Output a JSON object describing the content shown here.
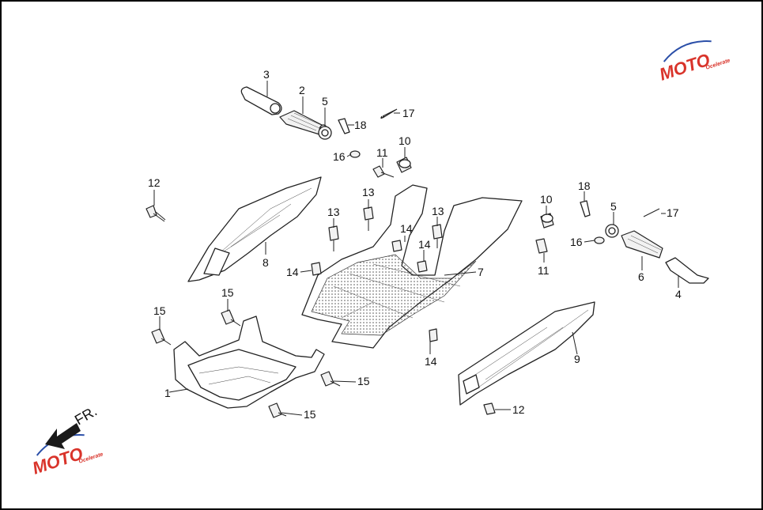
{
  "diagram": {
    "direction_label": "FR.",
    "watermark_text": "MOTO",
    "watermark_sub": "Ocelerate",
    "callouts": [
      {
        "id": "c1",
        "text": "1"
      },
      {
        "id": "c2",
        "text": "2"
      },
      {
        "id": "c3",
        "text": "3"
      },
      {
        "id": "c4",
        "text": "4"
      },
      {
        "id": "c5a",
        "text": "5"
      },
      {
        "id": "c5b",
        "text": "5"
      },
      {
        "id": "c6",
        "text": "6"
      },
      {
        "id": "c7",
        "text": "7"
      },
      {
        "id": "c8",
        "text": "8"
      },
      {
        "id": "c9",
        "text": "9"
      },
      {
        "id": "c10a",
        "text": "10"
      },
      {
        "id": "c10b",
        "text": "10"
      },
      {
        "id": "c11a",
        "text": "11"
      },
      {
        "id": "c11b",
        "text": "11"
      },
      {
        "id": "c12a",
        "text": "12"
      },
      {
        "id": "c12b",
        "text": "12"
      },
      {
        "id": "c13a",
        "text": "13"
      },
      {
        "id": "c13b",
        "text": "13"
      },
      {
        "id": "c13c",
        "text": "13"
      },
      {
        "id": "c14a",
        "text": "14"
      },
      {
        "id": "c14b",
        "text": "14"
      },
      {
        "id": "c14c",
        "text": "14"
      },
      {
        "id": "c14d",
        "text": "14"
      },
      {
        "id": "c15a",
        "text": "15"
      },
      {
        "id": "c15b",
        "text": "15"
      },
      {
        "id": "c15c",
        "text": "15"
      },
      {
        "id": "c15d",
        "text": "15"
      },
      {
        "id": "c16a",
        "text": "16"
      },
      {
        "id": "c16b",
        "text": "16"
      },
      {
        "id": "c17a",
        "text": "17"
      },
      {
        "id": "c17b",
        "text": "17"
      },
      {
        "id": "c18a",
        "text": "18"
      },
      {
        "id": "c18b",
        "text": "18"
      }
    ],
    "colors": {
      "line": "#222222",
      "watermark_red": "#d9342b",
      "watermark_blue": "#2b4fa8"
    }
  }
}
